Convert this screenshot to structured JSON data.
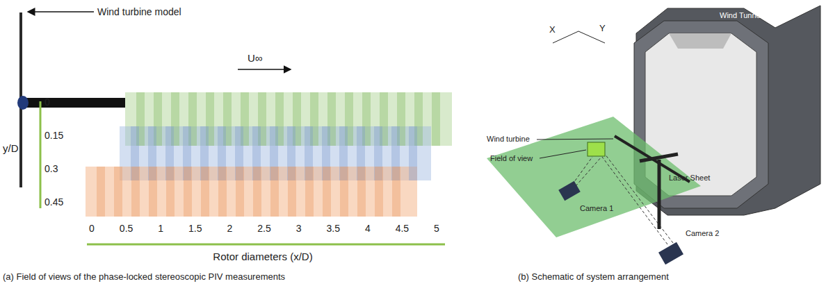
{
  "diagram": {
    "nodes": [
      {
        "text": [
          "Wind Tunnel"
        ]
      }
    ],
    "labels": [
      "Wind turbine model",
      "U∞",
      "y/D",
      "0",
      "0.15",
      "0.3",
      "0.45",
      "0",
      "0.5",
      "1",
      "1.5",
      "2",
      "2.5",
      "3",
      "3.5",
      "4",
      "4.5",
      "5",
      "Rotor diameters (x/D)",
      "(a) Field of views of the phase-locked stereoscopic PIV measurements",
      "X",
      "Y",
      "Wind turbine",
      "Field of view",
      "Laser Sheet",
      "Camera 1",
      "Camera 2",
      "(b) Schematic of system arrangement"
    ]
  }
}
